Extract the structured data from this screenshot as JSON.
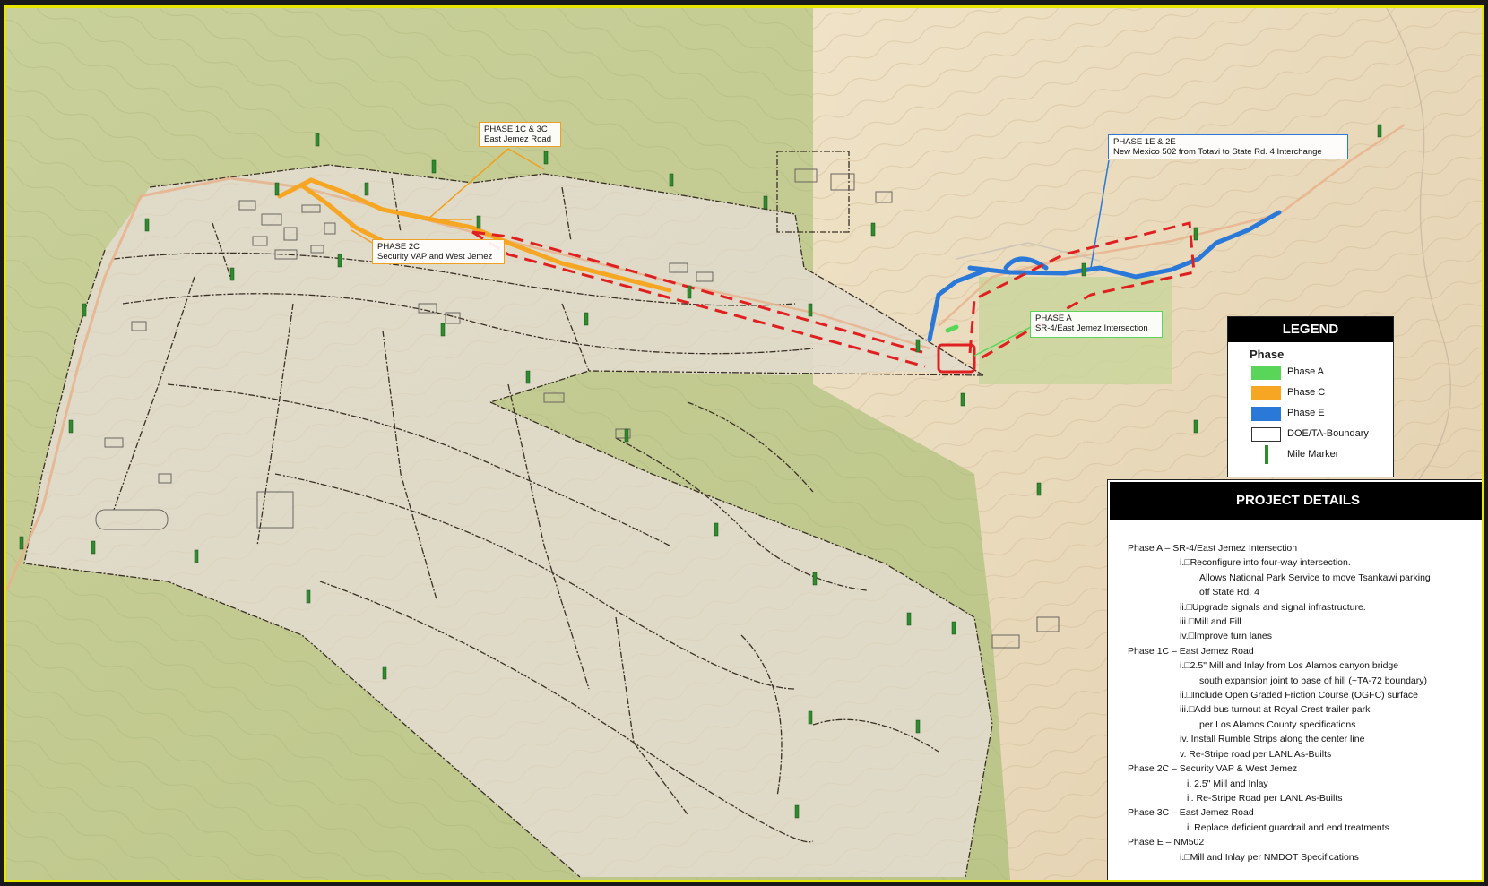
{
  "map": {
    "callouts": [
      {
        "id": "phase-1c-3c",
        "lines": [
          "PHASE 1C & 3C",
          "East Jemez Road"
        ]
      },
      {
        "id": "phase-2c",
        "lines": [
          "PHASE 2C",
          "Security VAP and West Jemez"
        ]
      },
      {
        "id": "phase-1e-2e",
        "lines": [
          "PHASE 1E & 2E",
          "New Mexico 502 from Totavi to State Rd. 4 Interchange"
        ]
      },
      {
        "id": "phase-a",
        "lines": [
          "PHASE A",
          "SR-4/East Jemez Intersection"
        ]
      }
    ],
    "colors": {
      "phase_a": "#59d659",
      "phase_c": "#f6a623",
      "phase_e": "#2a78d8",
      "boundary": "#3a2f25",
      "highlight": "#e02020",
      "mile_marker": "#2e8b2e",
      "terrain_green": "#c5cd95",
      "terrain_tan": "#e8d9bd",
      "lab_area": "#ddd4c4"
    }
  },
  "legend": {
    "title": "LEGEND",
    "heading": "Phase",
    "items": [
      {
        "label": "Phase A",
        "color": "#59d659",
        "kind": "fill"
      },
      {
        "label": "Phase C",
        "color": "#f6a623",
        "kind": "fill"
      },
      {
        "label": "Phase E",
        "color": "#2a78d8",
        "kind": "fill"
      },
      {
        "label": "DOE/TA-Boundary",
        "color": "#ffffff",
        "kind": "outline"
      },
      {
        "label": "Mile Marker",
        "color": "#2e8b2e",
        "kind": "marker"
      }
    ]
  },
  "details": {
    "title": "PROJECT DETAILS",
    "lines": [
      {
        "kind": "phase",
        "text": "Phase A – SR-4/East Jemez Intersection"
      },
      {
        "kind": "item",
        "text": "i.□Reconfigure into four-way intersection."
      },
      {
        "kind": "cont",
        "text": "Allows National Park Service to move Tsankawi parking"
      },
      {
        "kind": "cont",
        "text": "off State Rd. 4"
      },
      {
        "kind": "item",
        "text": "ii.□Upgrade signals and signal infrastructure."
      },
      {
        "kind": "item",
        "text": "iii.□Mill and Fill"
      },
      {
        "kind": "item",
        "text": "iv.□Improve turn lanes"
      },
      {
        "kind": "phase",
        "text": "Phase 1C – East Jemez Road"
      },
      {
        "kind": "item",
        "text": "i.□2.5\" Mill and Inlay  from Los Alamos canyon bridge"
      },
      {
        "kind": "cont",
        "text": "south expansion joint to base of hill (~TA-72 boundary)"
      },
      {
        "kind": "item",
        "text": "ii.□Include Open Graded Friction Course (OGFC) surface"
      },
      {
        "kind": "item",
        "text": "iii.□Add bus turnout at Royal Crest trailer park"
      },
      {
        "kind": "cont",
        "text": "per Los Alamos County specifications"
      },
      {
        "kind": "item",
        "text": "iv.  Install Rumble Strips along the center line"
      },
      {
        "kind": "item",
        "text": "v.  Re-Stripe road per LANL As-Builts"
      },
      {
        "kind": "phase",
        "text": "Phase 2C – Security VAP & West Jemez"
      },
      {
        "kind": "short",
        "text": "i.  2.5\" Mill and Inlay"
      },
      {
        "kind": "short",
        "text": "ii.  Re-Stripe Road per LANL As-Builts"
      },
      {
        "kind": "phase",
        "text": "Phase 3C – East Jemez Road"
      },
      {
        "kind": "short",
        "text": "i.  Replace deficient  guardrail and end treatments"
      },
      {
        "kind": "phase",
        "text": "Phase E – NM502"
      },
      {
        "kind": "item",
        "text": "i.□Mill and Inlay per NMDOT Specifications"
      }
    ]
  }
}
